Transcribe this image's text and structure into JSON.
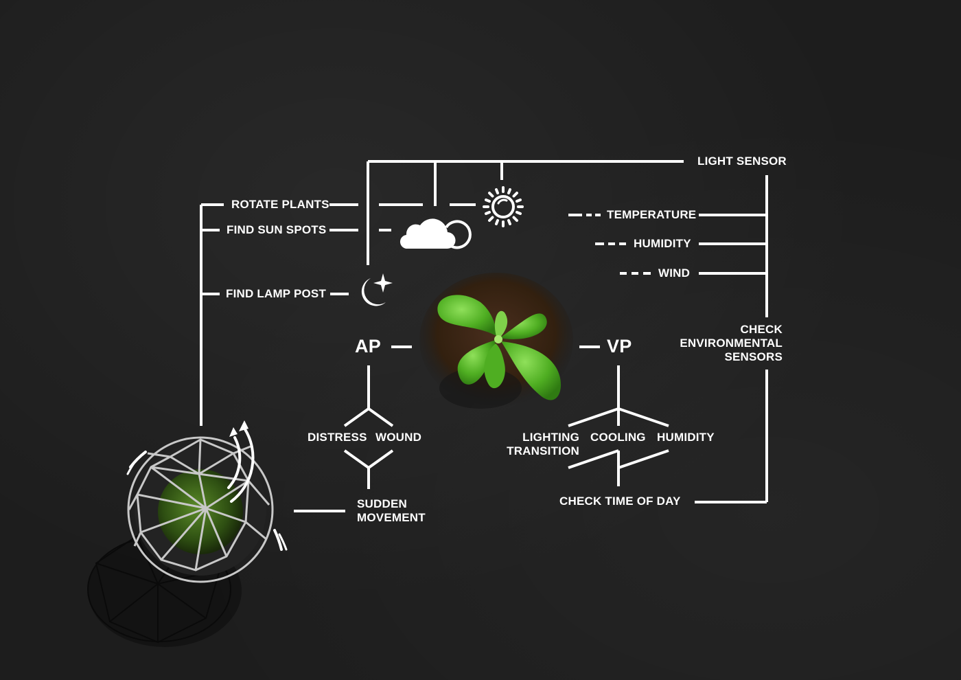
{
  "labels": {
    "light_sensor": "LIGHT SENSOR",
    "rotate_plants": "ROTATE PLANTS",
    "find_sun_spots": "FIND SUN SPOTS",
    "find_lamp_post": "FIND LAMP POST",
    "temperature": "TEMPERATURE",
    "humidity_sensor": "HUMIDITY",
    "wind": "WIND",
    "check_env_line1": "CHECK",
    "check_env_line2": "ENVIRONMENTAL",
    "check_env_line3": "SENSORS",
    "ap": "AP",
    "vp": "VP",
    "distress": "DISTRESS",
    "wound": "WOUND",
    "sudden_line1": "SUDDEN",
    "sudden_line2": "MOVEMENT",
    "lighting_line1": "LIGHTING",
    "lighting_line2": "TRANSITION",
    "cooling": "COOLING",
    "humidity_vp": "HUMIDITY",
    "check_time_of_day": "CHECK TIME OF DAY"
  },
  "icons": [
    "sun-icon",
    "cloud-icon",
    "moon-star-icon",
    "seedling-icon",
    "geodesic-sphere-icon"
  ],
  "colors": {
    "background": "#1d1d1d",
    "line": "#ffffff",
    "leaf": "#5cb82e",
    "soil": "#3a2418"
  }
}
